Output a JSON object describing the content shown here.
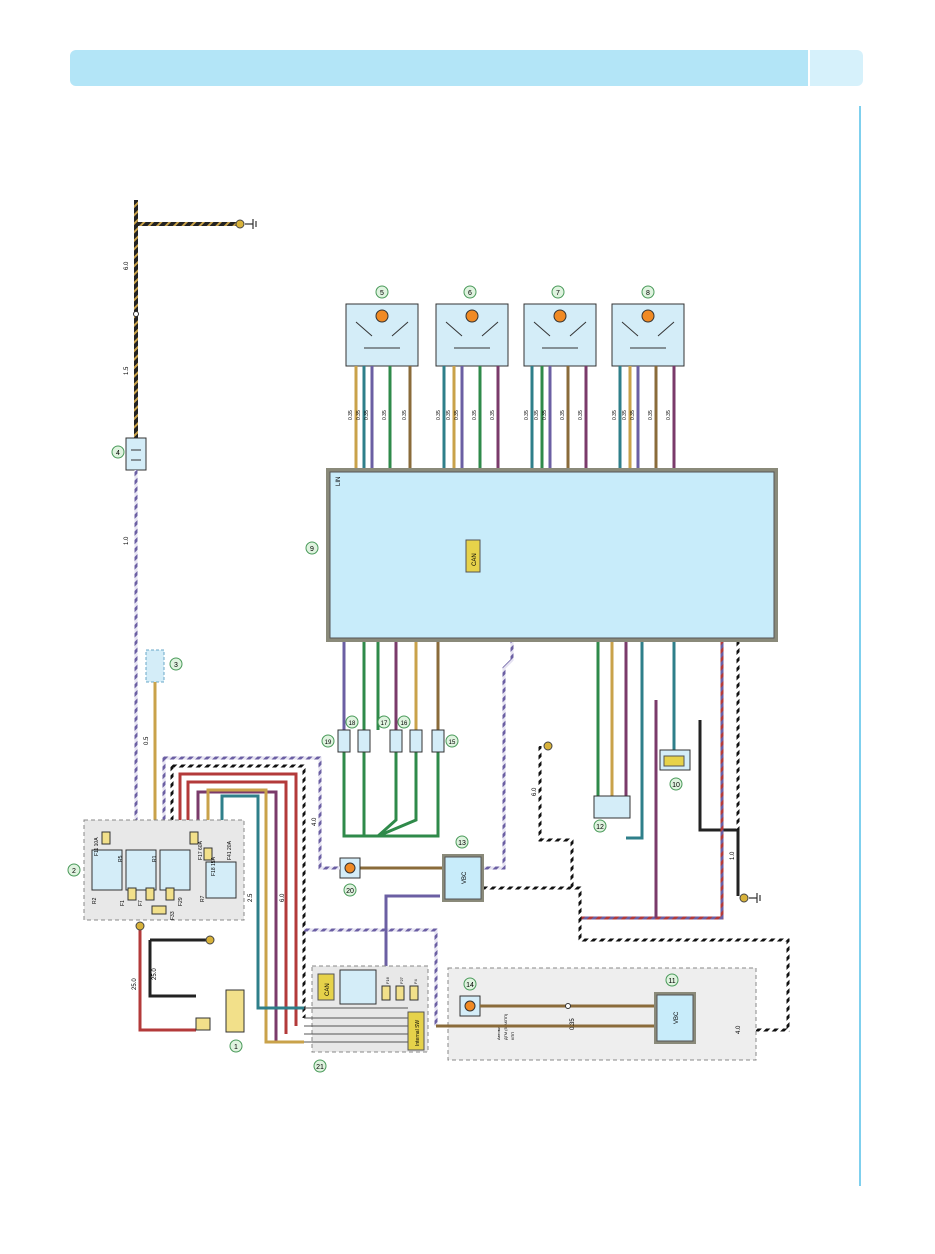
{
  "diagram": {
    "component_numbers": [
      "1",
      "2",
      "3",
      "4",
      "5",
      "6",
      "7",
      "8",
      "9",
      "10",
      "11",
      "12",
      "13",
      "14",
      "15",
      "16",
      "17",
      "18",
      "19",
      "20",
      "21"
    ],
    "wire_labels": {
      "ground_top_a": "6.0",
      "ground_top_b": "1.5",
      "feed_4_to_2": "1.0",
      "feed_3": "0.5",
      "lin": "0.35",
      "bus_4_0": "4.0",
      "bus_6_0": "6.0",
      "bus_2_5": "2.5",
      "bus_25_0": "25.0",
      "bus_0_5": "0.5",
      "bus_1_0": "1.0"
    },
    "module_9": {
      "lin_label": "LIN",
      "can_label": "CAN"
    },
    "module_21": {
      "can_label": "CAN",
      "internal_label": "Internal SW",
      "fuses": [
        "F16",
        "F27",
        "F4"
      ]
    },
    "unit_11": {
      "label": "VBC"
    },
    "unit_13": {
      "label": "VBC"
    },
    "block_2": {
      "fuses": [
        "F11 10A",
        "F17 60A",
        "F18 15A",
        "F41 20A",
        "F1",
        "F7",
        "F29",
        "F33"
      ],
      "relays": [
        "R2",
        "R5",
        "R6",
        "R7",
        "R1"
      ]
    },
    "note_14": [
      "Автомат",
      "ДГМ (5-АКПП)",
      "КПП"
    ]
  }
}
